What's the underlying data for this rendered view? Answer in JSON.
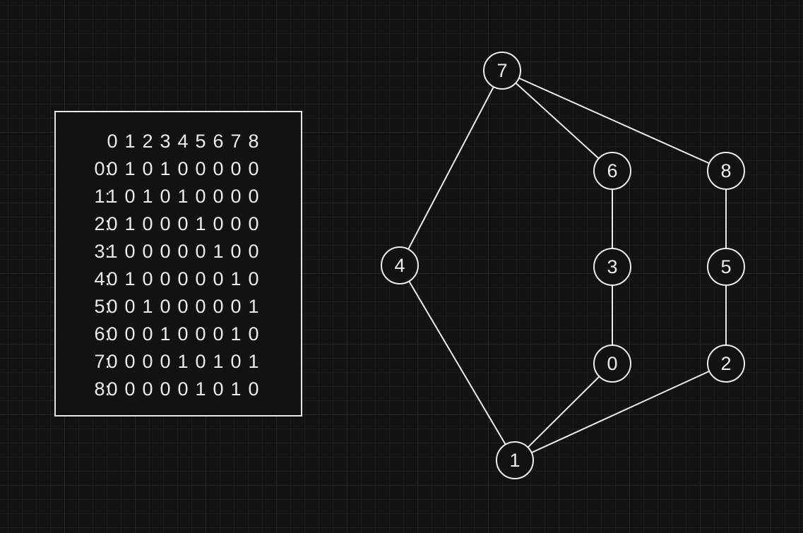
{
  "matrix": {
    "header": [
      "0",
      "1",
      "2",
      "3",
      "4",
      "5",
      "6",
      "7",
      "8"
    ],
    "rows": [
      {
        "label": "0:",
        "cells": [
          "0",
          "1",
          "0",
          "1",
          "0",
          "0",
          "0",
          "0",
          "0"
        ]
      },
      {
        "label": "1:",
        "cells": [
          "1",
          "0",
          "1",
          "0",
          "1",
          "0",
          "0",
          "0",
          "0"
        ]
      },
      {
        "label": "2:",
        "cells": [
          "0",
          "1",
          "0",
          "0",
          "0",
          "1",
          "0",
          "0",
          "0"
        ]
      },
      {
        "label": "3:",
        "cells": [
          "1",
          "0",
          "0",
          "0",
          "0",
          "0",
          "1",
          "0",
          "0"
        ]
      },
      {
        "label": "4:",
        "cells": [
          "0",
          "1",
          "0",
          "0",
          "0",
          "0",
          "0",
          "1",
          "0"
        ]
      },
      {
        "label": "5:",
        "cells": [
          "0",
          "0",
          "1",
          "0",
          "0",
          "0",
          "0",
          "0",
          "1"
        ]
      },
      {
        "label": "6:",
        "cells": [
          "0",
          "0",
          "0",
          "1",
          "0",
          "0",
          "0",
          "1",
          "0"
        ]
      },
      {
        "label": "7:",
        "cells": [
          "0",
          "0",
          "0",
          "0",
          "1",
          "0",
          "1",
          "0",
          "1"
        ]
      },
      {
        "label": "8:",
        "cells": [
          "0",
          "0",
          "0",
          "0",
          "0",
          "1",
          "0",
          "1",
          "0"
        ]
      }
    ]
  },
  "graph": {
    "nodes": [
      "0",
      "1",
      "2",
      "3",
      "4",
      "5",
      "6",
      "7",
      "8"
    ],
    "edges": [
      [
        "7",
        "4"
      ],
      [
        "7",
        "6"
      ],
      [
        "7",
        "8"
      ],
      [
        "6",
        "3"
      ],
      [
        "3",
        "0"
      ],
      [
        "0",
        "1"
      ],
      [
        "8",
        "5"
      ],
      [
        "5",
        "2"
      ],
      [
        "2",
        "1"
      ],
      [
        "4",
        "1"
      ]
    ]
  },
  "colors": {
    "background": "#121212",
    "foreground": "#ececec"
  }
}
